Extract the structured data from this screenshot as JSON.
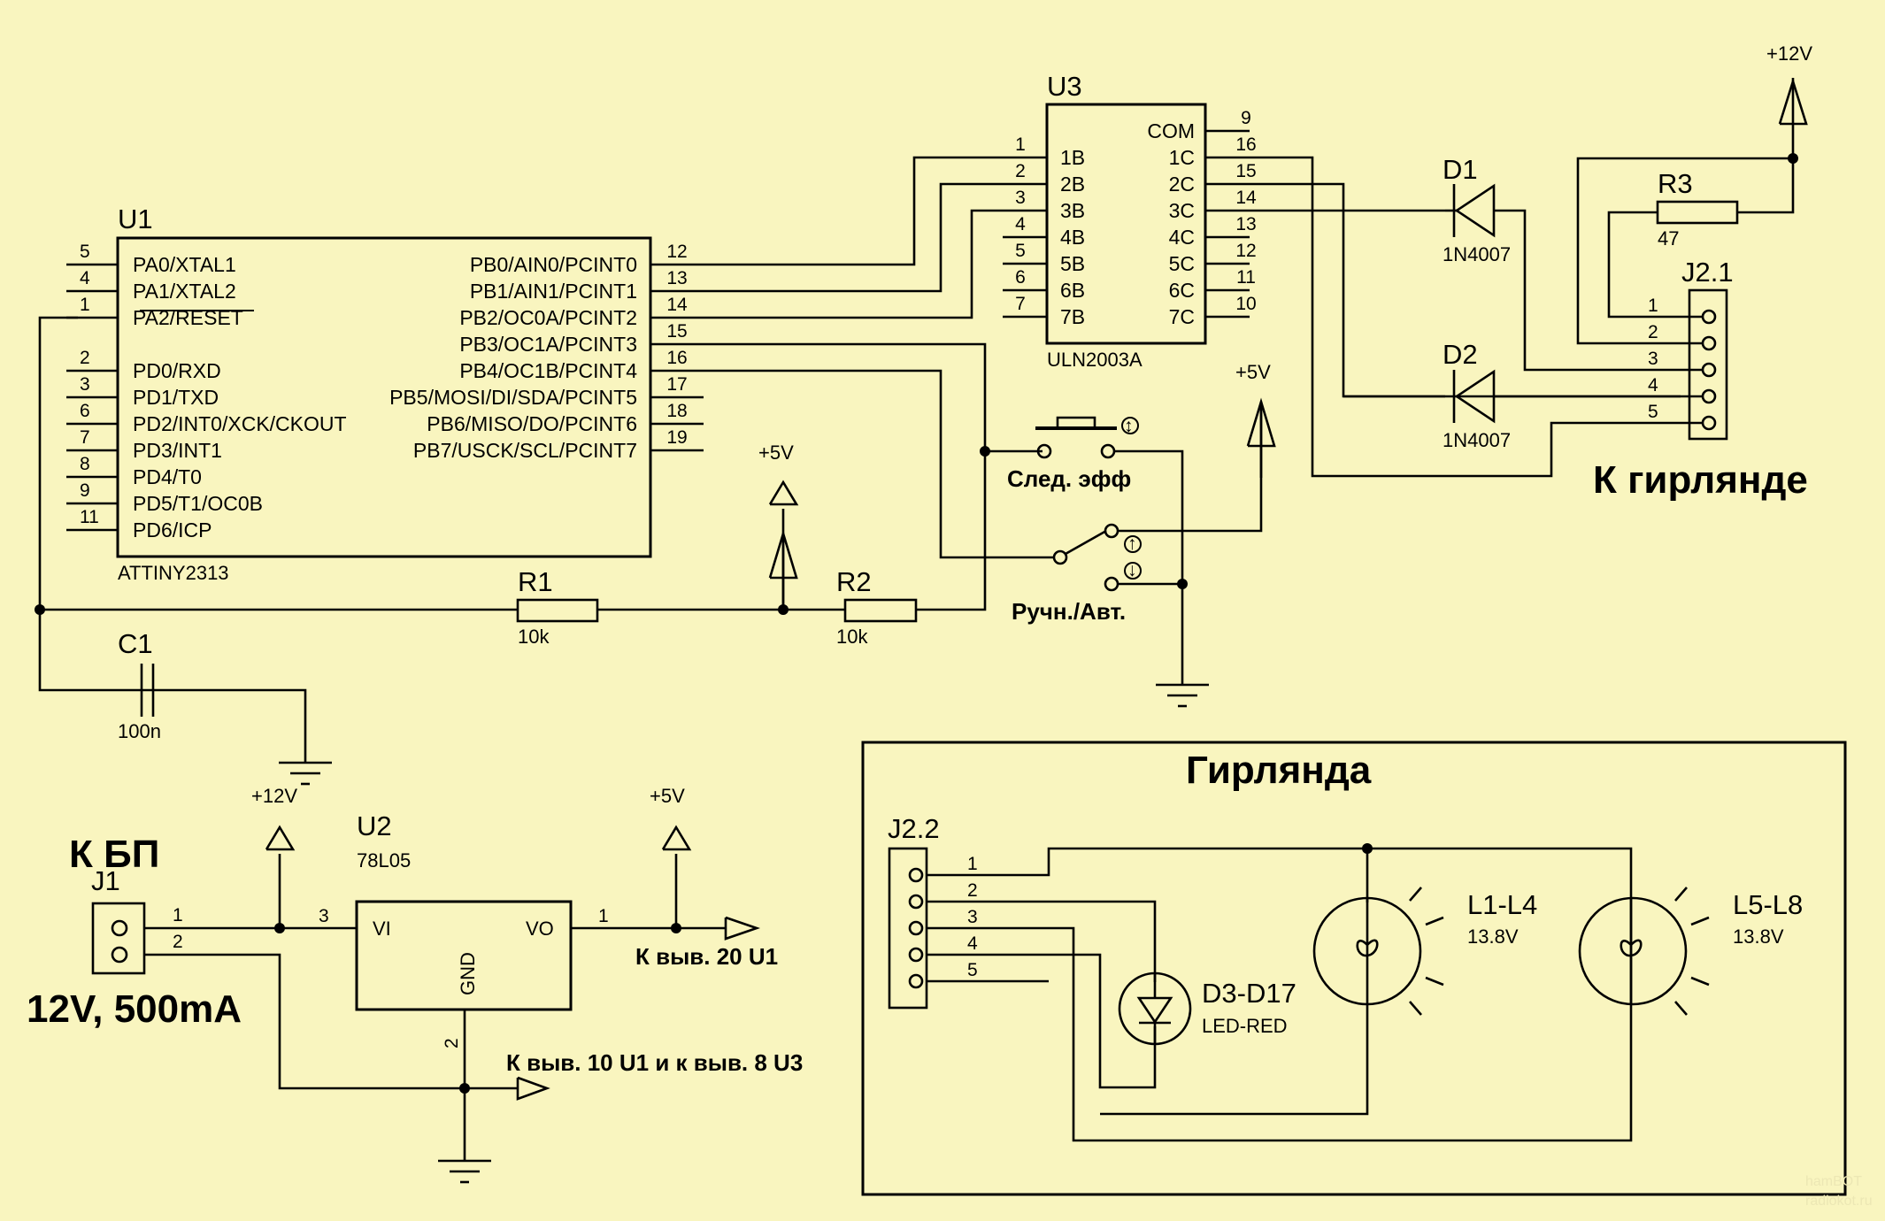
{
  "u1": {
    "ref": "U1",
    "part": "ATTINY2313",
    "left_pins": [
      {
        "num": "5",
        "name": "PA0/XTAL1"
      },
      {
        "num": "4",
        "name": "PA1/XTAL2"
      },
      {
        "num": "1",
        "name": "PA2/RESET"
      },
      {
        "num": "2",
        "name": "PD0/RXD"
      },
      {
        "num": "3",
        "name": "PD1/TXD"
      },
      {
        "num": "6",
        "name": "PD2/INT0/XCK/CKOUT"
      },
      {
        "num": "7",
        "name": "PD3/INT1"
      },
      {
        "num": "8",
        "name": "PD4/T0"
      },
      {
        "num": "9",
        "name": "PD5/T1/OC0B"
      },
      {
        "num": "11",
        "name": "PD6/ICP"
      }
    ],
    "right_pins": [
      {
        "num": "12",
        "name": "PB0/AIN0/PCINT0"
      },
      {
        "num": "13",
        "name": "PB1/AIN1/PCINT1"
      },
      {
        "num": "14",
        "name": "PB2/OC0A/PCINT2"
      },
      {
        "num": "15",
        "name": "PB3/OC1A/PCINT3"
      },
      {
        "num": "16",
        "name": "PB4/OC1B/PCINT4"
      },
      {
        "num": "17",
        "name": "PB5/MOSI/DI/SDA/PCINT5"
      },
      {
        "num": "18",
        "name": "PB6/MISO/DO/PCINT6"
      },
      {
        "num": "19",
        "name": "PB7/USCK/SCL/PCINT7"
      }
    ]
  },
  "u3": {
    "ref": "U3",
    "part": "ULN2003A",
    "left_pins": [
      {
        "num": "1",
        "name": "1B"
      },
      {
        "num": "2",
        "name": "2B"
      },
      {
        "num": "3",
        "name": "3B"
      },
      {
        "num": "4",
        "name": "4B"
      },
      {
        "num": "5",
        "name": "5B"
      },
      {
        "num": "6",
        "name": "6B"
      },
      {
        "num": "7",
        "name": "7B"
      }
    ],
    "right_pins": [
      {
        "num": "9",
        "name": "COM"
      },
      {
        "num": "16",
        "name": "1C"
      },
      {
        "num": "15",
        "name": "2C"
      },
      {
        "num": "14",
        "name": "3C"
      },
      {
        "num": "13",
        "name": "4C"
      },
      {
        "num": "12",
        "name": "5C"
      },
      {
        "num": "11",
        "name": "6C"
      },
      {
        "num": "10",
        "name": "7C"
      }
    ]
  },
  "d1": {
    "ref": "D1",
    "value": "1N4007"
  },
  "d2": {
    "ref": "D2",
    "value": "1N4007"
  },
  "r1": {
    "ref": "R1",
    "value": "10k"
  },
  "r2": {
    "ref": "R2",
    "value": "10k"
  },
  "r3": {
    "ref": "R3",
    "value": "47"
  },
  "c1": {
    "ref": "C1",
    "value": "100n"
  },
  "u2": {
    "ref": "U2",
    "part": "78L05",
    "vi": "VI",
    "vo": "VO",
    "gnd": "GND",
    "pin_in": "3",
    "pin_out": "1",
    "pin_gnd": "2"
  },
  "j1": {
    "ref": "J1",
    "pins": [
      "1",
      "2"
    ]
  },
  "j21": {
    "ref": "J2.1",
    "pins": [
      "1",
      "2",
      "3",
      "4",
      "5"
    ]
  },
  "j22": {
    "ref": "J2.2",
    "pins": [
      "1",
      "2",
      "3",
      "4",
      "5"
    ]
  },
  "power": {
    "p12_top": "+12V",
    "p5_a": "+5V",
    "p5_b": "+5V",
    "p12_psu": "+12V",
    "p5_reg": "+5V"
  },
  "labels": {
    "next_effect": "След. эфф",
    "manual_auto": "Ручн./Авт.",
    "to_garland": "К гирлянде",
    "to_psu": "К БП",
    "psu_spec": "12V, 500mA",
    "to_pin20": "К выв. 20 U1",
    "to_pin10_8": "К выв. 10 U1 и к выв. 8 U3",
    "garland_title": "Гирлянда"
  },
  "leds": {
    "ref": "D3-D17",
    "value": "LED-RED"
  },
  "lamps1": {
    "ref": "L1-L4",
    "value": "13.8V"
  },
  "lamps2": {
    "ref": "L5-L8",
    "value": "13.8V"
  },
  "watermark": {
    "logo": "hamBOT",
    "site": "radiokot.ru"
  }
}
